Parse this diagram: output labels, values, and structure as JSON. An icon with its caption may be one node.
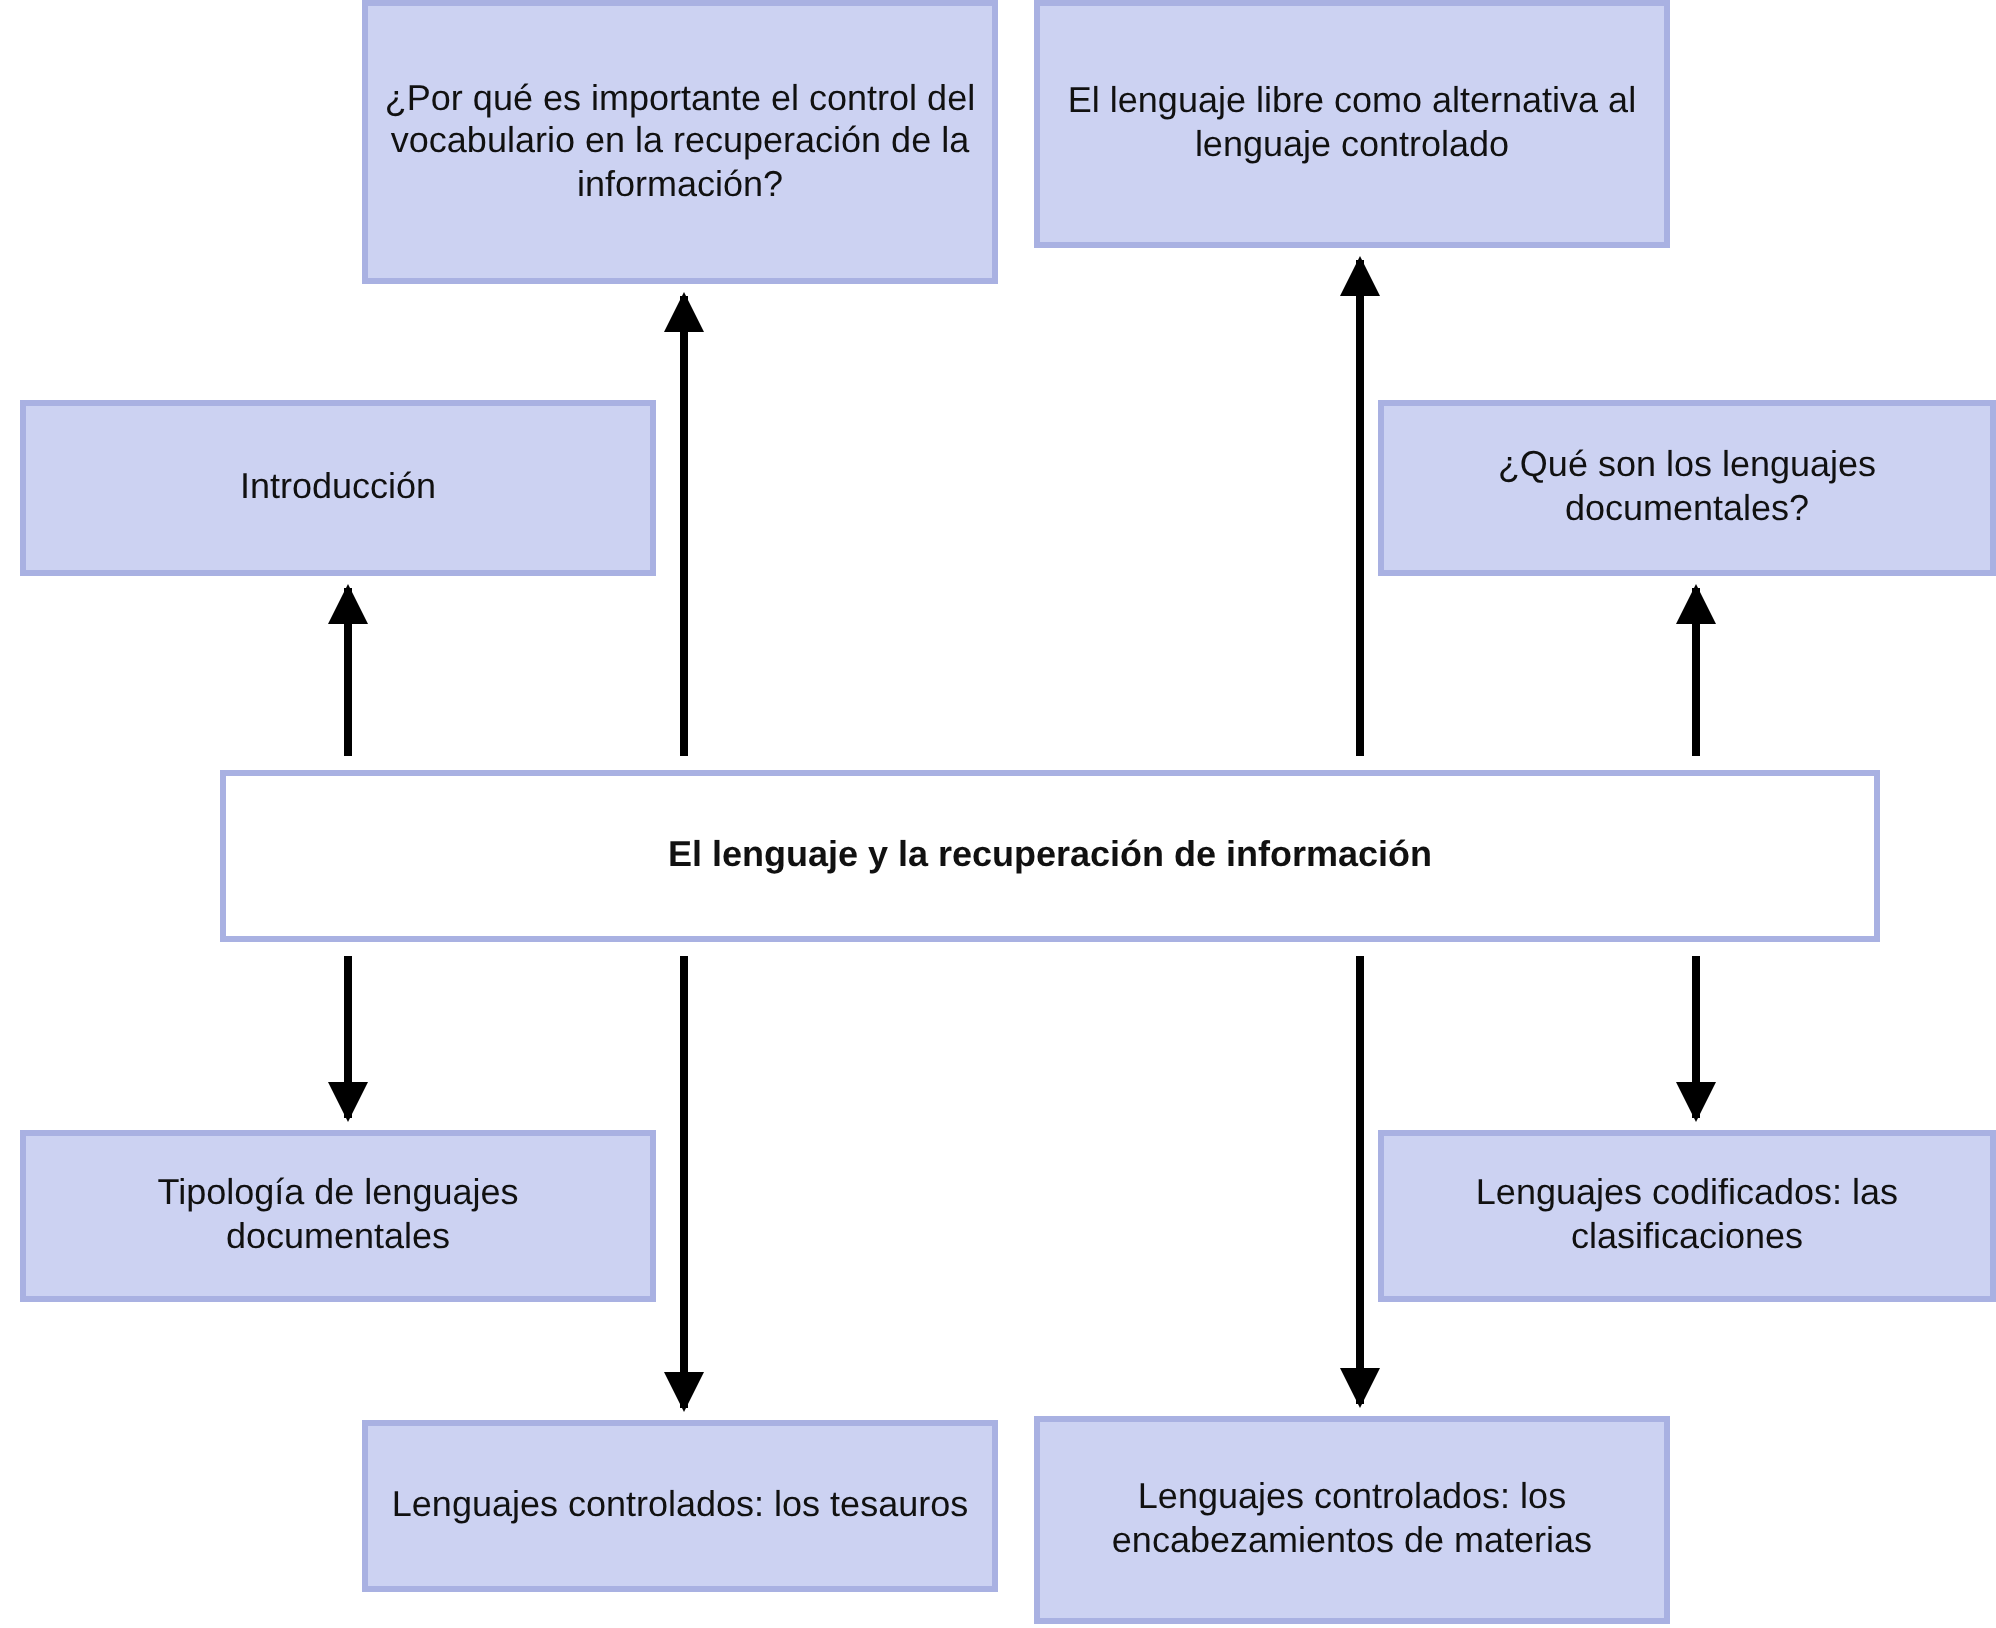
{
  "diagram": {
    "nodes": [
      {
        "text": [
          "¿Por qué es importante el control del vocabulario en la recuperación de la información?"
        ]
      },
      {
        "text": [
          "El lenguaje libre como alternativa al lenguaje controlado"
        ]
      },
      {
        "text": [
          "Introducción"
        ]
      },
      {
        "text": [
          "¿Qué son los lenguajes documentales?"
        ]
      },
      {
        "text": [
          "El lenguaje y la recuperación de información"
        ]
      },
      {
        "text": [
          "Tipología de lenguajes documentales"
        ]
      },
      {
        "text": [
          "Lenguajes codificados: las clasificaciones"
        ]
      },
      {
        "text": [
          "Lenguajes controlados: los tesauros"
        ]
      },
      {
        "text": [
          "Lenguajes controlados: los encabezamientos de materias"
        ]
      }
    ],
    "edges": [
      {
        "from": 4,
        "to": 0,
        "arrow": "to"
      },
      {
        "from": 4,
        "to": 1,
        "arrow": "to"
      },
      {
        "from": 4,
        "to": 2,
        "arrow": "to"
      },
      {
        "from": 4,
        "to": 3,
        "arrow": "to"
      },
      {
        "from": 4,
        "to": 5,
        "arrow": "to"
      },
      {
        "from": 4,
        "to": 6,
        "arrow": "to"
      },
      {
        "from": 4,
        "to": 7,
        "arrow": "to"
      },
      {
        "from": 4,
        "to": 8,
        "arrow": "to"
      }
    ]
  }
}
